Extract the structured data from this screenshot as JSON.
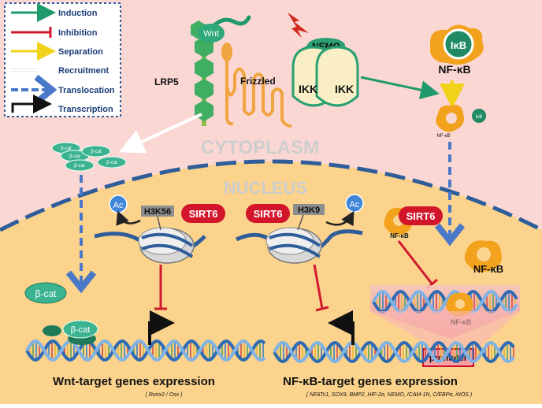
{
  "legend": {
    "items": [
      {
        "label": "Induction",
        "color": "#1f9a6a"
      },
      {
        "label": "Inhibition",
        "color": "#d1192f"
      },
      {
        "label": "Separation",
        "color": "#f1d21a"
      },
      {
        "label": "Recruitment",
        "color": "#ffffff"
      },
      {
        "label": "Translocation",
        "color": "#4a78c8"
      },
      {
        "label": "Transcription",
        "color": "#111111"
      }
    ]
  },
  "labels": {
    "wnt": "Wnt",
    "lrp5": "LRP5",
    "frizzled": "Frizzled",
    "nemo": "NEMO",
    "ikk": "IKK",
    "ikb": "IκB",
    "ikb_small": "IκB",
    "nfkb": "NF-κB",
    "bcat": "β-cat",
    "cytoplasm": "CYTOPLASM",
    "nucleus": "NUCLEUS",
    "ac": "Ac",
    "h3k56": "H3K56",
    "h3k9": "H3K9",
    "sirt6": "SIRT6",
    "promoter": "promoter",
    "wnt_genes": "Wnt-target genes expression",
    "wnt_genes_list": "( Runx2 / Osx )",
    "nfkb_genes": "NF-κB-target genes expression",
    "nfkb_genes_list": "( NFATc1, SOX9, BMP2, HIF-2α, NEMO, ICAM-1N, C/EBPα, iNOS )"
  },
  "colors": {
    "cytoplasm_bg": "#fbd7d4",
    "nucleus_bg": "#fbd38c",
    "membrane": "#2e5d9a",
    "sirt6": "#d3152c",
    "nfkb_orange": "#f2a21c",
    "teal": "#3bb391",
    "lrp5_green": "#3fae62",
    "frizzled_orange": "#f0a540"
  }
}
